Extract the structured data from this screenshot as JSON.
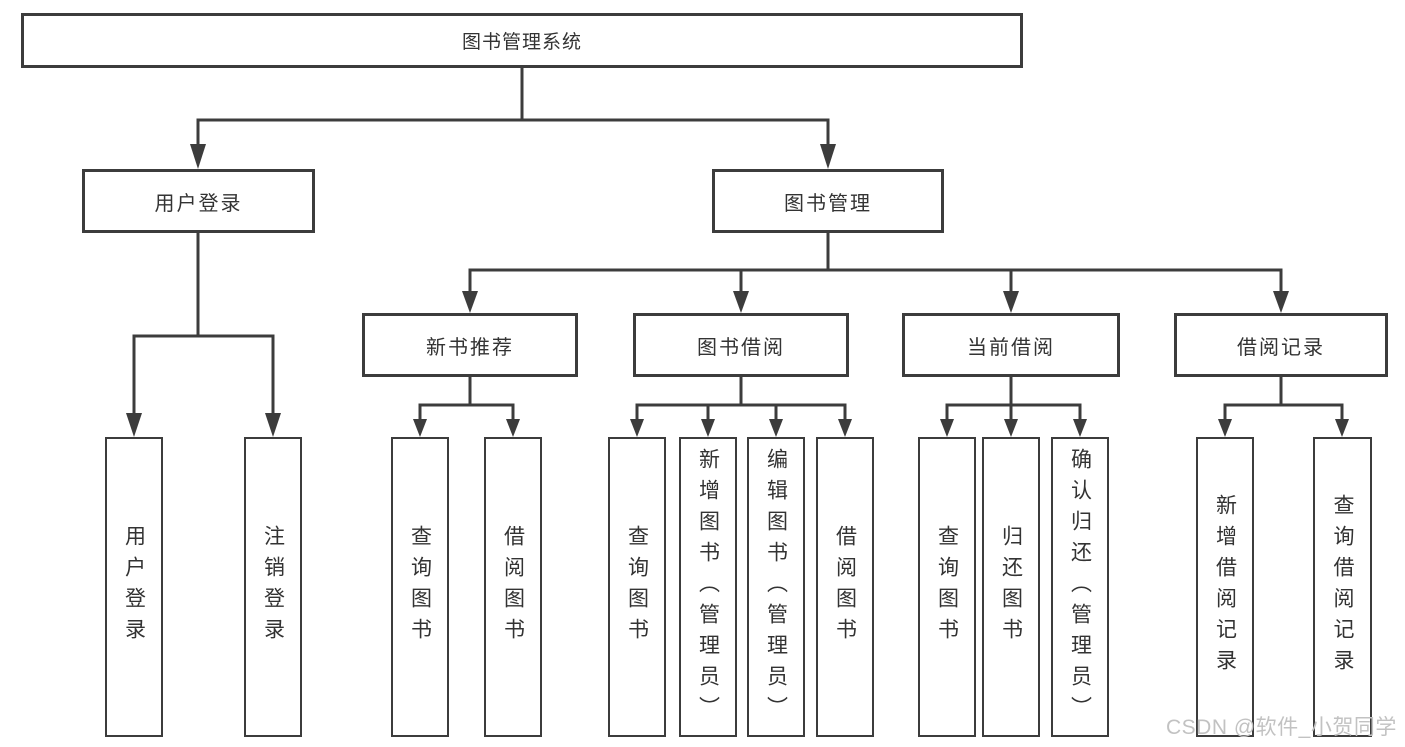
{
  "page": {
    "background": "#ffffff"
  },
  "colors": {
    "line": "#3c3c3c",
    "box_border": "#3c3c3c",
    "text": "#333333",
    "watermark": "#c2c2c2"
  },
  "watermark": {
    "text": "CSDN @软件_小贺同学"
  },
  "tree": {
    "label": "图书管理系统",
    "children": [
      {
        "label": "用户登录",
        "children": [
          {
            "label": "用户登录"
          },
          {
            "label": "注销登录"
          }
        ]
      },
      {
        "label": "图书管理",
        "children": [
          {
            "label": "新书推荐",
            "children": [
              {
                "label": "查询图书"
              },
              {
                "label": "借阅图书"
              }
            ]
          },
          {
            "label": "图书借阅",
            "children": [
              {
                "label": "查询图书"
              },
              {
                "label": "新增图书（管理员）"
              },
              {
                "label": "编辑图书（管理员）"
              },
              {
                "label": "借阅图书"
              }
            ]
          },
          {
            "label": "当前借阅",
            "children": [
              {
                "label": "查询图书"
              },
              {
                "label": "归还图书"
              },
              {
                "label": "确认归还（管理员）"
              }
            ]
          },
          {
            "label": "借阅记录",
            "children": [
              {
                "label": "新增借阅记录"
              },
              {
                "label": "查询借阅记录"
              }
            ]
          }
        ]
      }
    ]
  }
}
